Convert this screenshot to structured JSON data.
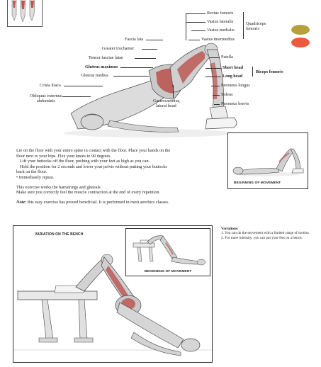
{
  "colors": {
    "swatch_olive": "#b79f3b",
    "swatch_coral": "#ec5a3e",
    "muscle_red": "#b8403a",
    "skin": "#d9d9d9",
    "outline": "#333333"
  },
  "top_figure": {
    "labels": {
      "rectus_femoris": "Rectus femoris",
      "vastus_lateralis": "Vastus lateralis",
      "vastus_medialis": "Vastus medialis",
      "vastus_intermedius": "Vastus intermedius",
      "quadriceps": "Quadriceps",
      "quadriceps2": "femoris",
      "fascia_lata": "Fascia lata",
      "greater_trochanter": "Greater trochanter",
      "tensor_fasciae_latae": "Tensor fasciae latae",
      "gluteus_maximus": "Gluteus maximus",
      "gluteus_medius": "Gluteus medius",
      "patella": "Patella",
      "short_head": "Short head",
      "long_head": "Long head",
      "biceps_femoris": "Biceps femoris",
      "peroneus_longus": "Peroneus longus",
      "soleus": "Soleus",
      "peroneus_brevis": "Peroneus brevis",
      "crista_iliaca": "Crista iliaca",
      "obliquus_1": "Obliquus externus",
      "obliquus_2": "abdominis",
      "gastrocnemius_1": "Gastrocnemius,",
      "gastrocnemius_2": "lateral head"
    }
  },
  "instructions": {
    "line1": "Lie on the floor with your entire spine in contact with the floor. Place your hands on the",
    "line2": "floor next to your hips. Flex your knees to 90 degrees.",
    "line3": "Lift your buttocks off the floor, pushing with your feet as high as you can.",
    "line4": "Hold the position for 2 seconds and lower your pelvis without putting your buttocks",
    "line5": "back on the floor.",
    "line6": "• Immediately repeat.",
    "line7": "This exercise works the hamstrings and gluteals.",
    "line8": "Make sure you correctly feel the muscle contraction at the end of every repetition.",
    "note_label": "Note:",
    "note_text": " this easy exercise has proved beneficial. It is performed in most aerobics classes."
  },
  "inset_top": {
    "caption": "BEGINNING OF MOVEMENT"
  },
  "bench_figure": {
    "title": "VARIATION ON THE BENCH",
    "inset_caption": "BEGINNING OF MOVEMENT"
  },
  "variations": {
    "title": "Variations:",
    "item1": "1. You can do the movement with a limited range of motion.",
    "item2": "2. For more intensity, you can put your feet on a bench."
  }
}
